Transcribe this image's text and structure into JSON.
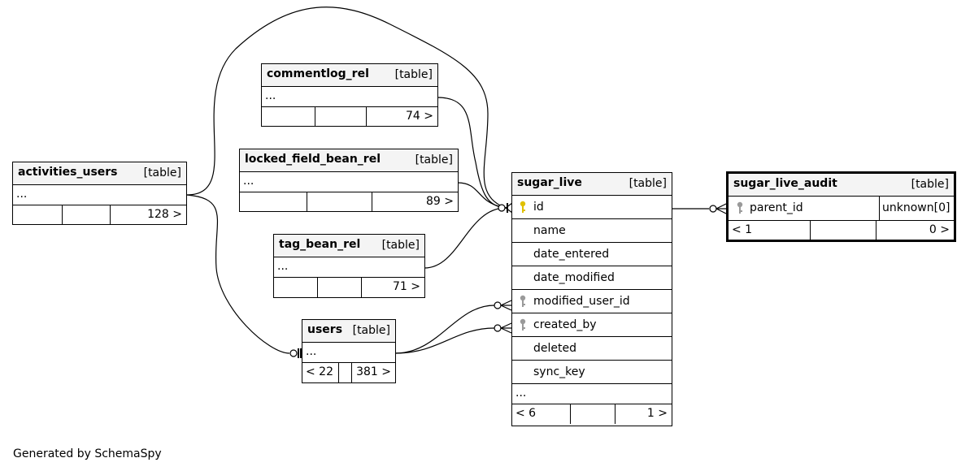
{
  "footer_text": "Generated by SchemaSpy",
  "tables": {
    "commentlog_rel": {
      "name": "commentlog_rel",
      "type": "[table]",
      "ellipsis": "...",
      "parents": "",
      "children": "74 >"
    },
    "locked_field_bean_rel": {
      "name": "locked_field_bean_rel",
      "type": "[table]",
      "ellipsis": "...",
      "parents": "",
      "children": "89 >"
    },
    "activities_users": {
      "name": "activities_users",
      "type": "[table]",
      "ellipsis": "...",
      "parents": "",
      "children": "128 >"
    },
    "tag_bean_rel": {
      "name": "tag_bean_rel",
      "type": "[table]",
      "ellipsis": "...",
      "parents": "",
      "children": "71 >"
    },
    "users": {
      "name": "users",
      "type": "[table]",
      "ellipsis": "...",
      "parents": "< 22",
      "children": "381 >"
    },
    "sugar_live": {
      "name": "sugar_live",
      "type": "[table]",
      "columns": [
        {
          "name": "id",
          "key": "primary"
        },
        {
          "name": "name",
          "key": ""
        },
        {
          "name": "date_entered",
          "key": ""
        },
        {
          "name": "date_modified",
          "key": ""
        },
        {
          "name": "modified_user_id",
          "key": "foreign"
        },
        {
          "name": "created_by",
          "key": "foreign"
        },
        {
          "name": "deleted",
          "key": ""
        },
        {
          "name": "sync_key",
          "key": ""
        }
      ],
      "ellipsis": "...",
      "parents": "< 6",
      "children": "1 >"
    },
    "sugar_live_audit": {
      "name": "sugar_live_audit",
      "type": "[table]",
      "columns": [
        {
          "name": "parent_id",
          "key": "foreign",
          "type": "unknown[0]"
        }
      ],
      "parents": "< 1",
      "children": "0 >"
    }
  },
  "colors": {
    "primary_key": "#e0c000",
    "foreign_key": "#9a9a9a",
    "header_bg": "#f4f4f4"
  }
}
